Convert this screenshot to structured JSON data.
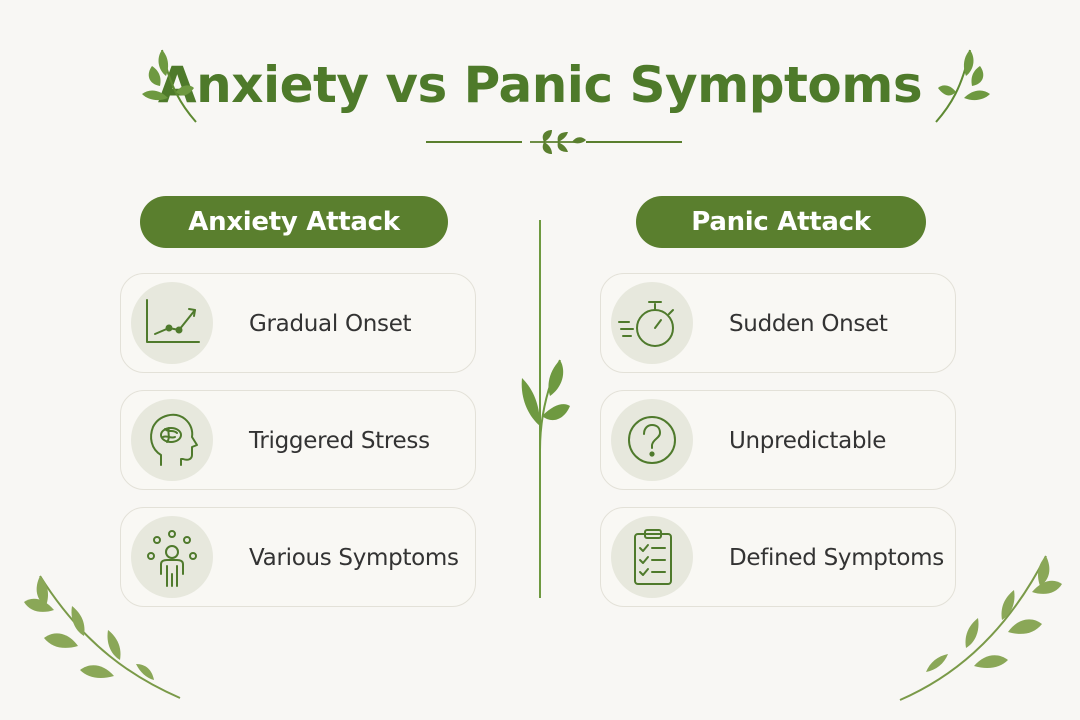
{
  "title": "Anxiety vs Panic Symptoms",
  "colors": {
    "green": "#5a7f2e",
    "title_green": "#4e7a2a",
    "leaf": "#7a9a48",
    "background": "#f8f7f4",
    "card_border": "#e3e1d8",
    "icon_bg": "#e7e8dd"
  },
  "left": {
    "heading": "Anxiety Attack",
    "items": [
      {
        "label": "Gradual Onset",
        "icon": "rising-line-chart-icon"
      },
      {
        "label": "Triggered Stress",
        "icon": "head-with-brain-icon"
      },
      {
        "label": "Various Symptoms",
        "icon": "person-with-dots-icon"
      }
    ]
  },
  "right": {
    "heading": "Panic Attack",
    "items": [
      {
        "label": "Sudden Onset",
        "icon": "stopwatch-icon"
      },
      {
        "label": "Unpredictable",
        "icon": "question-mark-icon"
      },
      {
        "label": "Defined Symptoms",
        "icon": "clipboard-checklist-icon"
      }
    ]
  }
}
